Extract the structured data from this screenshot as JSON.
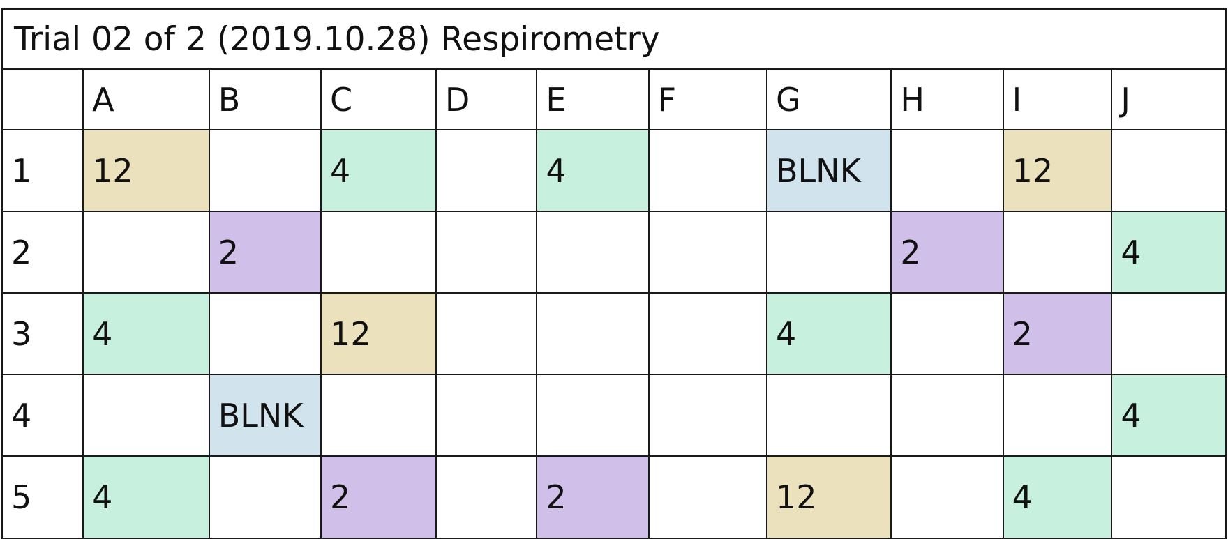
{
  "title": "Trial 02 of 2 (2019.10.28) Respirometry",
  "columns": [
    "",
    "A",
    "B",
    "C",
    "D",
    "E",
    "F",
    "G",
    "H",
    "I",
    "J"
  ],
  "rows": [
    {
      "label": "1",
      "cells": [
        "12",
        "",
        "4",
        "",
        "4",
        "",
        "BLNK",
        "",
        "12",
        ""
      ]
    },
    {
      "label": "2",
      "cells": [
        "",
        "2",
        "",
        "",
        "",
        "",
        "",
        "2",
        "",
        "4"
      ]
    },
    {
      "label": "3",
      "cells": [
        "4",
        "",
        "12",
        "",
        "",
        "",
        "4",
        "",
        "2",
        ""
      ]
    },
    {
      "label": "4",
      "cells": [
        "",
        "BLNK",
        "",
        "",
        "",
        "",
        "",
        "",
        "",
        "4"
      ]
    },
    {
      "label": "5",
      "cells": [
        "4",
        "",
        "2",
        "",
        "2",
        "",
        "12",
        "",
        "4",
        ""
      ]
    }
  ],
  "colors": {
    "12": "#ebe2bd",
    "4": "#c7f0df",
    "2": "#d0bfe8",
    "BLNK": "#d1e4ed"
  }
}
